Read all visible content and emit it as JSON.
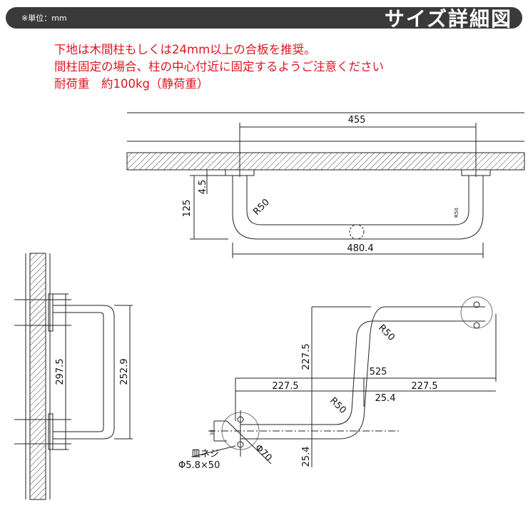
{
  "header": {
    "unit": "※単位：mm",
    "title": "サイズ詳細図"
  },
  "notes": [
    "下地は木間柱もしくは24mm以上の合板を推奨。",
    "間柱固定の場合、柱の中心付近に固定するようご注意ください",
    "耐荷重　約100kg（静荷重）"
  ],
  "top_view": {
    "width_mount": "455",
    "thickness": "4.5",
    "depth": "125",
    "radius_left": "R50",
    "radius_right": "R50",
    "overall": "480.4"
  },
  "side_view": {
    "mount_span": "297.5",
    "grip_span": "252.9"
  },
  "front_view": {
    "height": "227.5",
    "total": "525",
    "left": "227.5",
    "right": "227.5",
    "offset": "25.4",
    "radius_top": "R50",
    "radius_bottom": "R50",
    "bottom_offset": "25.4",
    "plate_dia": "Φ70",
    "small_dim": "50",
    "screw_label": "皿ネジ",
    "screw_size": "Φ5.8×50"
  },
  "colors": {
    "bar": "#3a3a3a",
    "note": "#e0141e"
  }
}
